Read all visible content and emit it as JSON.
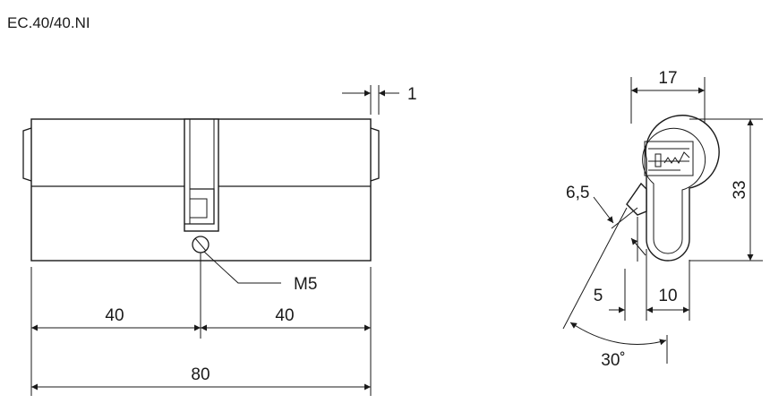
{
  "title": "EC.40/40.NI",
  "dimensions": {
    "left_length": "40",
    "right_length": "40",
    "total_length": "80",
    "cam_offset": "1",
    "screw": "M5",
    "profile_width": "17",
    "profile_height": "33",
    "cam_thickness": "6,5",
    "offset_a": "5",
    "offset_b": "10",
    "angle": "30˚"
  }
}
